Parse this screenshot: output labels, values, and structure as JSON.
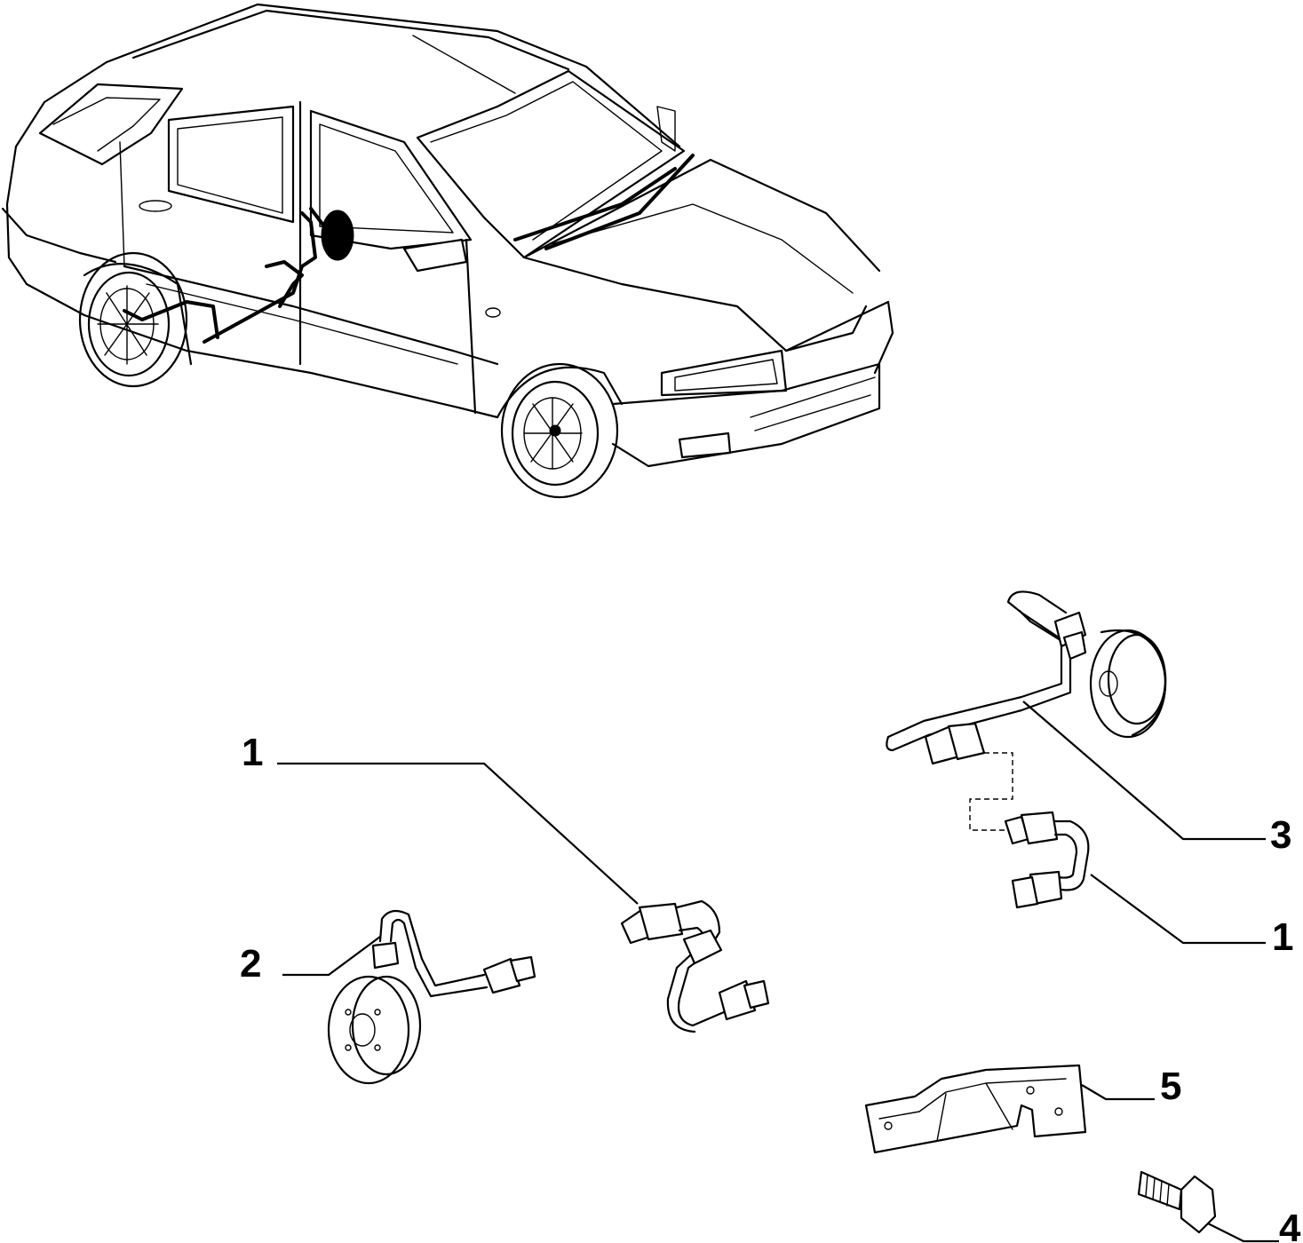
{
  "diagram": {
    "callouts": [
      {
        "id": "callout-1-left",
        "label": "1"
      },
      {
        "id": "callout-2",
        "label": "2"
      },
      {
        "id": "callout-3",
        "label": "3"
      },
      {
        "id": "callout-1-right",
        "label": "1"
      },
      {
        "id": "callout-5",
        "label": "5"
      },
      {
        "id": "callout-4",
        "label": "4"
      }
    ],
    "parts": [
      {
        "callout": "1",
        "name": "brake-pipe"
      },
      {
        "callout": "2",
        "name": "rear-brake-pipe-with-drum"
      },
      {
        "callout": "3",
        "name": "front-brake-pipe-with-disc"
      },
      {
        "callout": "4",
        "name": "bolt"
      },
      {
        "callout": "5",
        "name": "bracket"
      }
    ],
    "icons": [
      "car-illustration-icon"
    ]
  }
}
